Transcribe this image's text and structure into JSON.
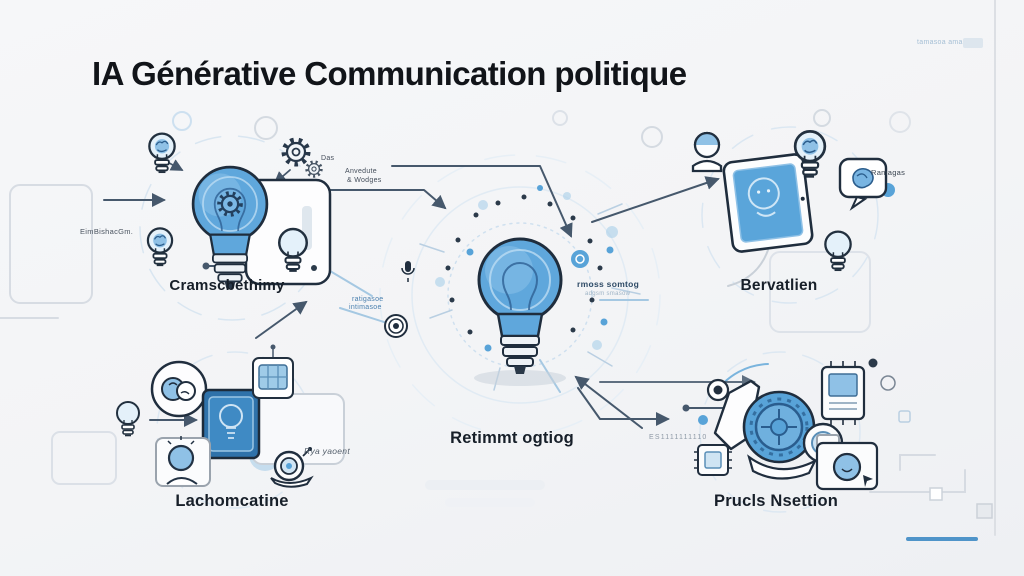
{
  "page": {
    "title": "IA Générative Communication politique",
    "watermark": "tamasoa ama",
    "colors": {
      "background": "#f4f5f7",
      "accent_blue": "#58a3d8",
      "ink": "#1f2d3d",
      "connector": "#46586c"
    }
  },
  "clusters": {
    "left": {
      "label": "Cramscbethimy"
    },
    "right": {
      "label": "Bervatlien"
    },
    "center": {
      "label": "Retimmt ogtiog"
    },
    "bottom_left": {
      "label": "Lachomcatine"
    },
    "bottom_right": {
      "label": "Prucls Nsettion"
    }
  },
  "annotations": {
    "das": "Das",
    "anvedute_line1": "Anvedute",
    "anvedute_line2": "& Wodges",
    "eimbisha": "EimBishacGm.",
    "ratigasoe_line1": "ratigasoe",
    "ratigasoe_line2": "intimasoe",
    "rmoss": "rmoss somtog",
    "rmoss_sub": "adgsm smasow",
    "ramagas": "Ramagas",
    "rya": "Rya yaoent",
    "es_code": "ES1111111110"
  }
}
